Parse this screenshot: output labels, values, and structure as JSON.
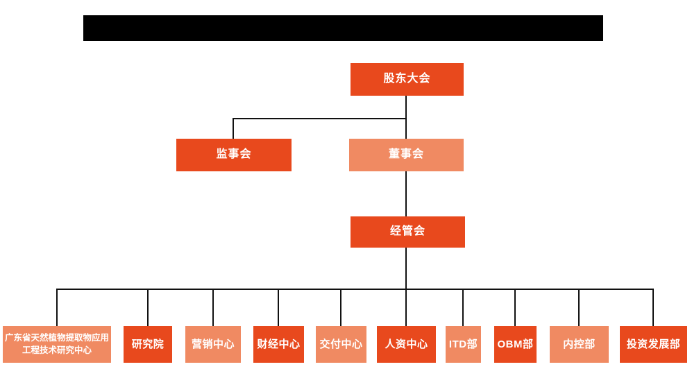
{
  "colors": {
    "primary_box": "#e8491d",
    "secondary_box": "#f08a62",
    "connector": "#111111",
    "redacted_bar": "#000000",
    "box_text": "#ffffff",
    "background": "#ffffff"
  },
  "org_chart": {
    "type": "org-tree",
    "root": {
      "label": "股东大会",
      "variant": "primary"
    },
    "level2": [
      {
        "label": "监事会",
        "variant": "primary",
        "parent": "股东大会"
      },
      {
        "label": "董事会",
        "variant": "secondary",
        "parent": "股东大会"
      }
    ],
    "level3": {
      "label": "经管会",
      "variant": "primary",
      "parent": "董事会"
    },
    "departments": [
      {
        "label": "广东省天然植物提取物应用工程技术研究中心",
        "variant": "secondary",
        "parent": "经管会"
      },
      {
        "label": "研究院",
        "variant": "primary",
        "parent": "经管会"
      },
      {
        "label": "营销中心",
        "variant": "secondary",
        "parent": "经管会"
      },
      {
        "label": "财经中心",
        "variant": "primary",
        "parent": "经管会"
      },
      {
        "label": "交付中心",
        "variant": "secondary",
        "parent": "经管会"
      },
      {
        "label": "人资中心",
        "variant": "primary",
        "parent": "经管会"
      },
      {
        "label": "ITD部",
        "variant": "secondary",
        "parent": "经管会"
      },
      {
        "label": "OBM部",
        "variant": "primary",
        "parent": "经管会"
      },
      {
        "label": "内控部",
        "variant": "secondary",
        "parent": "经管会"
      },
      {
        "label": "投资发展部",
        "variant": "primary",
        "parent": "经管会"
      }
    ]
  }
}
